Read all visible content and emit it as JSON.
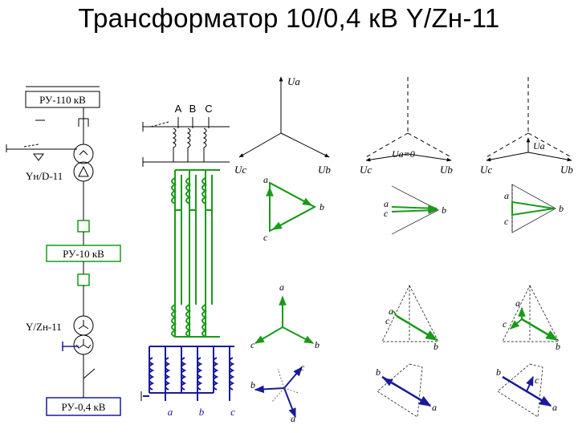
{
  "title": "Трансформатор 10/0,4 кВ Y/Zн-11",
  "colors": {
    "black": "#000000",
    "green": "#1a9a1a",
    "blue": "#1a1a9a",
    "gray": "#555555"
  },
  "single_line": {
    "ru110_label": "РУ-110 кВ",
    "t1_label": "Yн/D-11",
    "ru10_label": "РУ-10 кВ",
    "t2_label": "Y/Zн-11",
    "ru04_label": "РУ-0,4 кВ"
  },
  "windings": {
    "hv_phase_labels": [
      "A",
      "B",
      "C"
    ],
    "lv_phase_labels": [
      "a",
      "b",
      "c"
    ]
  },
  "vectors": {
    "ua_label": "Ua",
    "ub_label": "Ub",
    "uc_label": "Uc",
    "ua_zero_label": "Ua=0",
    "a": "a",
    "b": "b",
    "c": "c"
  }
}
